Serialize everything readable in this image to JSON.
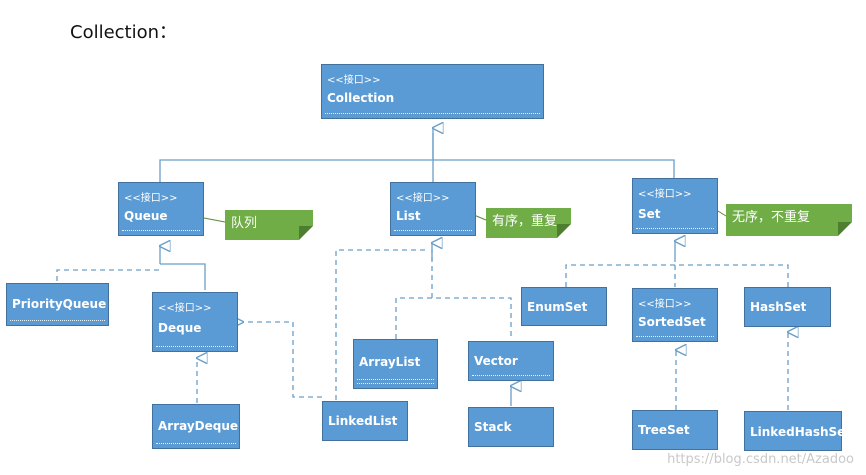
{
  "title": "Collection：",
  "stereotype": "<<接口>>",
  "nodes": {
    "collection": "Collection",
    "queue": "Queue",
    "list": "List",
    "set": "Set",
    "priority_queue": "PriorityQueue",
    "deque": "Deque",
    "array_deque": "ArrayDeque",
    "array_list": "ArrayList",
    "vector": "Vector",
    "stack": "Stack",
    "linked_list": "LinkedList",
    "enum_set": "EnumSet",
    "sorted_set": "SortedSet",
    "tree_set": "TreeSet",
    "hash_set": "HashSet",
    "linked_hash_set": "LinkedHashSet"
  },
  "notes": {
    "queue": "队列",
    "list": "有序，重复",
    "set": "无序，不重复"
  },
  "watermark": "https://blog.csdn.net/Azadoo",
  "colors": {
    "box": "#5b9bd5",
    "note": "#70ad47",
    "line": "#6a9fc8"
  }
}
